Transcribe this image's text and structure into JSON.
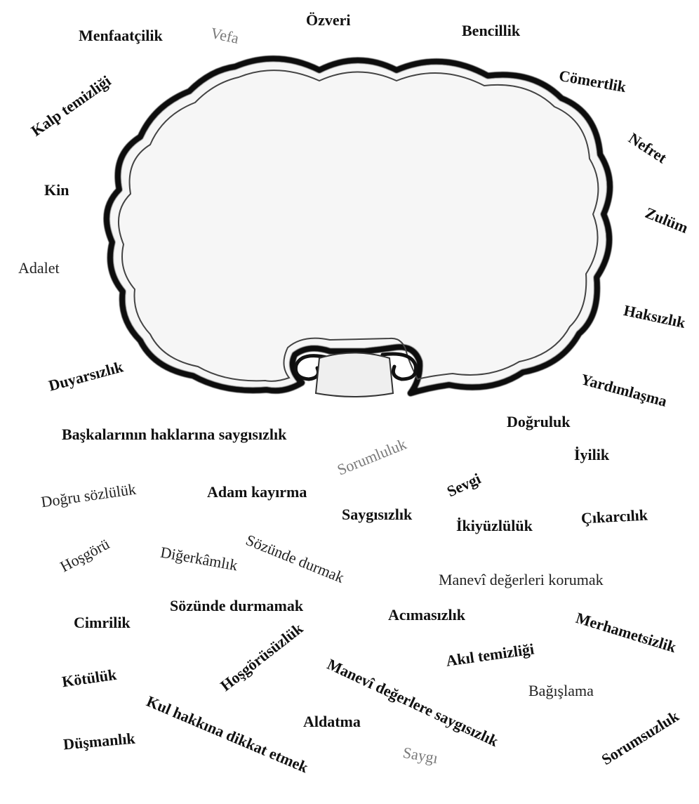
{
  "words": [
    {
      "id": "ozveri",
      "text": "Özveri"
    },
    {
      "id": "vefa",
      "text": "Vefa"
    },
    {
      "id": "menfaatcilik",
      "text": "Menfaatçilik"
    },
    {
      "id": "bencillik",
      "text": "Bencillik"
    },
    {
      "id": "comertlik",
      "text": "Cömertlik"
    },
    {
      "id": "kalp-temizligi",
      "text": "Kalp temizliği"
    },
    {
      "id": "nefret",
      "text": "Nefret"
    },
    {
      "id": "kin",
      "text": "Kin"
    },
    {
      "id": "zulum",
      "text": "Zulüm"
    },
    {
      "id": "adalet",
      "text": "Adalet"
    },
    {
      "id": "haksizlik",
      "text": "Haksızlık"
    },
    {
      "id": "duyarsizlik",
      "text": "Duyarsızlık"
    },
    {
      "id": "yardimlasma",
      "text": "Yardımlaşma"
    },
    {
      "id": "dogruluk",
      "text": "Doğruluk"
    },
    {
      "id": "baskalarinin",
      "text": "Başkalarının haklarına saygısızlık"
    },
    {
      "id": "sorumluluk",
      "text": "Sorumluluk"
    },
    {
      "id": "iyilik",
      "text": "İyilik"
    },
    {
      "id": "dogru-sozluluk",
      "text": "Doğru sözlülük"
    },
    {
      "id": "adam-kayirma",
      "text": "Adam kayırma"
    },
    {
      "id": "sevgi",
      "text": "Sevgi"
    },
    {
      "id": "saygisizlik",
      "text": "Saygısızlık"
    },
    {
      "id": "ikiyuzluluk",
      "text": "İkiyüzlülük"
    },
    {
      "id": "cikarcilik",
      "text": "Çıkarcılık"
    },
    {
      "id": "hosgoru",
      "text": "Hoşgörü"
    },
    {
      "id": "digerkamlik",
      "text": "Diğerkâmlık"
    },
    {
      "id": "sozunde-durmak",
      "text": "Sözünde durmak"
    },
    {
      "id": "manevi-korumak",
      "text": "Manevî değerleri korumak"
    },
    {
      "id": "cimrilik",
      "text": "Cimrilik"
    },
    {
      "id": "sozunde-durmamak",
      "text": "Sözünde durmamak"
    },
    {
      "id": "acimasizlik",
      "text": "Acımasızlık"
    },
    {
      "id": "merhametsizlik",
      "text": "Merhametsizlik"
    },
    {
      "id": "hosgorusuzluk",
      "text": "Hoşgörüsüzlük"
    },
    {
      "id": "akil-temizligi",
      "text": "Akıl temizliği"
    },
    {
      "id": "kotuluk",
      "text": "Kötülük"
    },
    {
      "id": "manevi-saygisizlik",
      "text": "Manevî değerlere saygısızlık"
    },
    {
      "id": "bagislama",
      "text": "Bağışlama"
    },
    {
      "id": "kul-hakkina",
      "text": "Kul hakkına dikkat etmek"
    },
    {
      "id": "aldatma",
      "text": "Aldatma"
    },
    {
      "id": "dusmanlik",
      "text": "Düşmanlık"
    },
    {
      "id": "saygi",
      "text": "Saygı"
    },
    {
      "id": "sorumsuzluk",
      "text": "Sorumsuzluk"
    }
  ]
}
